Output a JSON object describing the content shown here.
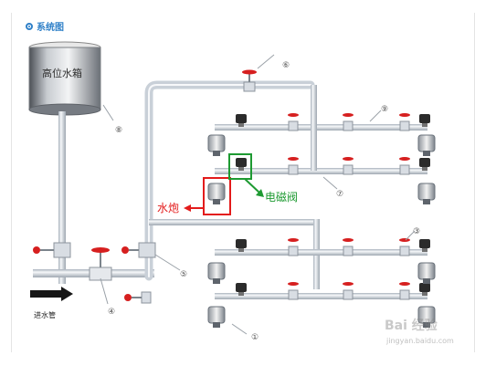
{
  "section": {
    "title": "系统图"
  },
  "tank": {
    "label": "高位水箱"
  },
  "labels": {
    "inlet_pipe": "进水管",
    "water_cannon": "水炮",
    "solenoid_valve": "电磁阀"
  },
  "markers": [
    "①",
    "③",
    "④",
    "⑤",
    "⑥",
    "⑦",
    "⑧",
    "⑨"
  ],
  "watermark": {
    "text": "Bai 经验",
    "url": "jingyan.baidu.com"
  },
  "colors": {
    "accent_red": "#e31b1b",
    "accent_green": "#1e9a32",
    "title_blue": "#2f80c8",
    "pipe": "#d7dce2"
  }
}
